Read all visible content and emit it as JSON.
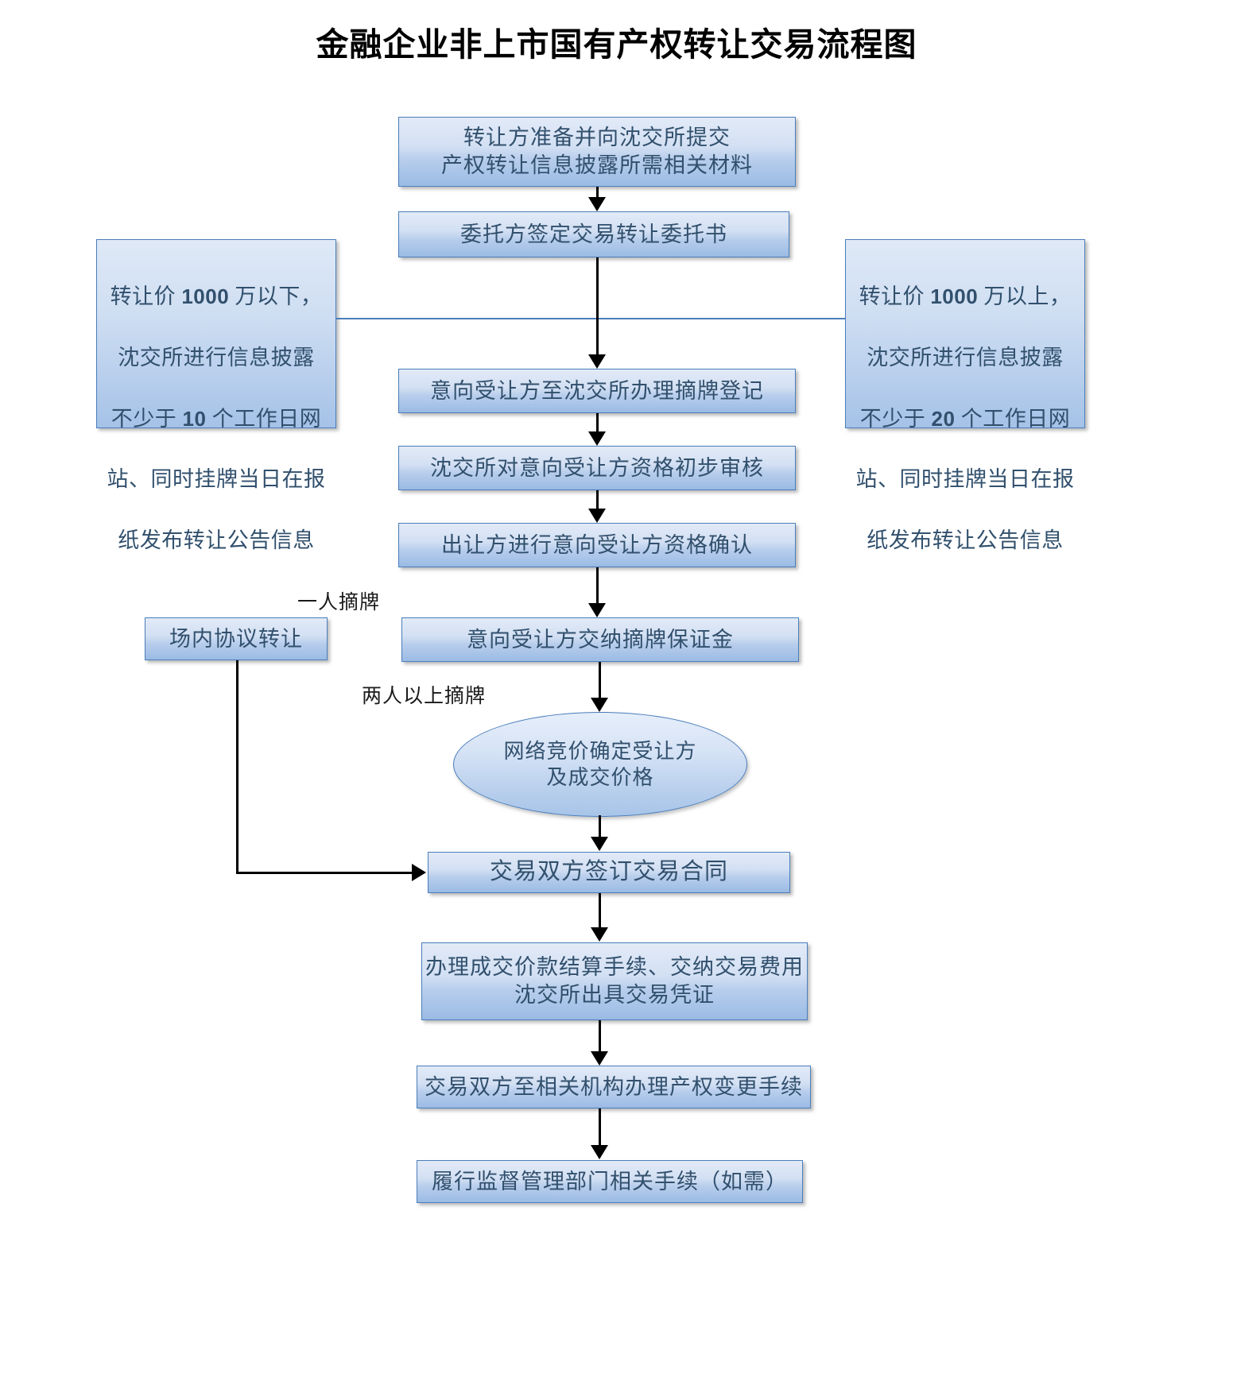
{
  "title": "金融企业非上市国有产权转让交易流程图",
  "colors": {
    "node_border": "#4a7ebb",
    "node_fill_top": "#e2eaf7",
    "node_fill_bottom": "#9bbbe4",
    "node_text": "#31506d",
    "connector": "#000000",
    "note_connector": "#4a7ebb"
  },
  "nodes": {
    "step1": "转让方准备并向沈交所提交\n产权转让信息披露所需相关材料",
    "step2": "委托方签定交易转让委托书",
    "step3": "意向受让方至沈交所办理摘牌登记",
    "step4": "沈交所对意向受让方资格初步审核",
    "step5": "出让方进行意向受让方资格确认",
    "step6": "意向受让方交纳摘牌保证金",
    "branch_left": "场内协议转让",
    "auction": "网络竞价确定受让方\n及成交价格",
    "step7": "交易双方签订交易合同",
    "step8": "办理成交价款结算手续、交纳交易费用\n沈交所出具交易凭证",
    "step9": "交易双方至相关机构办理产权变更手续",
    "step10": "履行监督管理部门相关手续（如需）"
  },
  "notes": {
    "left": {
      "line1_a": "转让价 ",
      "line1_b": "1000",
      "line1_c": " 万以下，",
      "line2": "沈交所进行信息披露",
      "line3_a": "不少于 ",
      "line3_b": "10",
      "line3_c": " 个工作日网",
      "line4": "站、同时挂牌当日在报",
      "line5": "纸发布转让公告信息"
    },
    "right": {
      "line1_a": "转让价 ",
      "line1_b": "1000",
      "line1_c": " 万以上，",
      "line2": "沈交所进行信息披露",
      "line3_a": "不少于 ",
      "line3_b": "20",
      "line3_c": " 个工作日网",
      "line4": "站、同时挂牌当日在报",
      "line5": "纸发布转让公告信息"
    }
  },
  "edge_labels": {
    "one_bidder": "一人摘牌",
    "multi_bidder": "两人以上摘牌"
  }
}
